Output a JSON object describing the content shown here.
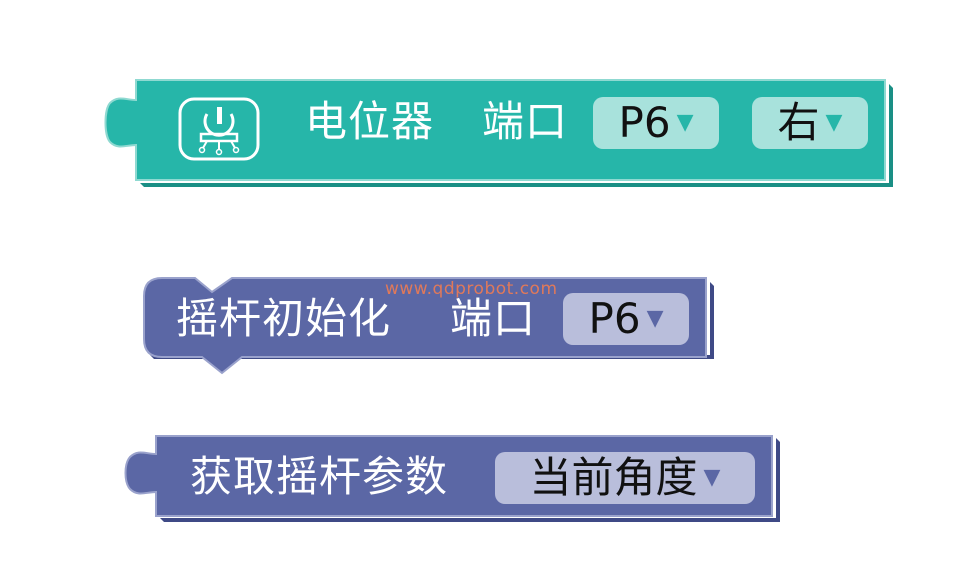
{
  "potentiometer_block": {
    "label": "电位器",
    "port_label": "端口",
    "port_value": "P6",
    "side_value": "右",
    "color": "#26b6a9"
  },
  "joystick_init_block": {
    "label": "摇杆初始化",
    "port_label": "端口",
    "port_value": "P6",
    "color": "#5b67a5"
  },
  "joystick_param_block": {
    "label": "获取摇杆参数",
    "param_value": "当前角度",
    "color": "#5b67a5"
  },
  "watermark": "www.qdprobot.com",
  "dropdown_arrow": "▼",
  "icons": {
    "potentiometer": "potentiometer-icon"
  }
}
